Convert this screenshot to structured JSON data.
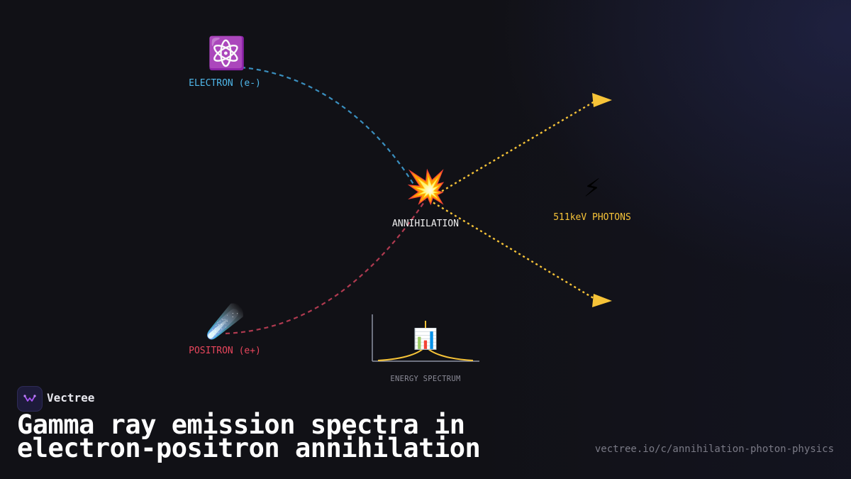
{
  "particles": {
    "electron": {
      "label": "ELECTRON (e-)",
      "icon": "atom-icon",
      "glyph": "⚛️",
      "color": "#4fb7ea"
    },
    "positron": {
      "label": "POSITRON (e+)",
      "icon": "comet-icon",
      "glyph": "☄️",
      "color": "#e8465c"
    },
    "annihilation": {
      "label": "ANNIHILATION",
      "icon": "collision-icon",
      "glyph": "💥",
      "color": "#f0f0f0"
    },
    "photons": {
      "label": "511keV PHOTONS",
      "icon": "lightning-icon",
      "glyph": "⚡",
      "color": "#f6c338"
    }
  },
  "spectrum": {
    "label": "ENERGY SPECTRUM",
    "icon": "bar-chart-icon",
    "glyph": "📊"
  },
  "brand": {
    "name": "Vectree"
  },
  "title": {
    "line1": "Gamma ray emission spectra in",
    "line2": "electron-positron annihilation"
  },
  "url": "vectree.io/c/annihilation-photon-physics",
  "colors": {
    "electron_path": "#3a8fbf",
    "positron_path": "#b03a50",
    "photon": "#f6c338",
    "background": "#111116"
  }
}
